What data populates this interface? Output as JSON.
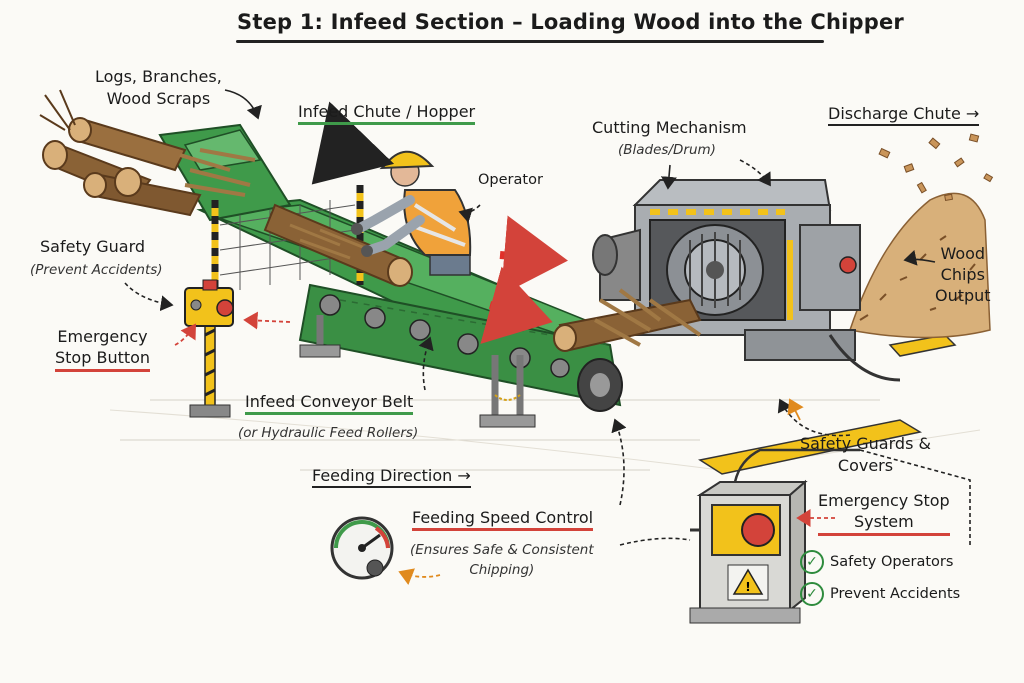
{
  "title": "Step 1:  Infeed Section – Loading Wood into the Chipper",
  "labels": {
    "logs": "Logs, Branches,\nWood Scraps",
    "infeed_chute": "Infeed Chute / Hopper",
    "operator": "Operator",
    "cutting_mechanism": "Cutting Mechanism",
    "cutting_mechanism_sub": "(Blades/Drum)",
    "discharge_chute": "Discharge Chute →",
    "safety_guard": "Safety Guard",
    "safety_guard_sub": "(Prevent Accidents)",
    "wood_chips_output": "Wood\nChips\nOutput",
    "emergency_stop_button": "Emergency\nStop Button",
    "infeed_conveyor_belt": "Infeed Conveyor Belt",
    "infeed_conveyor_belt_sub": "(or Hydraulic Feed Rollers)",
    "safety_guards_covers": "Safety Guards &\nCovers",
    "feeding_direction": "Feeding Direction →",
    "feeding_speed_control": "Feeding Speed Control",
    "feeding_speed_control_sub": "(Ensures Safe & Consistent\nChipping)",
    "emergency_stop_system": "Emergency Stop\nSystem",
    "check_1": "Safety Operators",
    "check_2": "Prevent Accidents"
  },
  "icons": [
    "hazard-warning-icon",
    "check-icon",
    "gauge-icon",
    "arrow-icon",
    "emergency-stop-icon"
  ],
  "colors": {
    "conveyor_green": "#3f9a4a",
    "accent_red": "#d3433a",
    "hazard_yellow": "#f2c21b",
    "steel_gray": "#a9adb1"
  }
}
